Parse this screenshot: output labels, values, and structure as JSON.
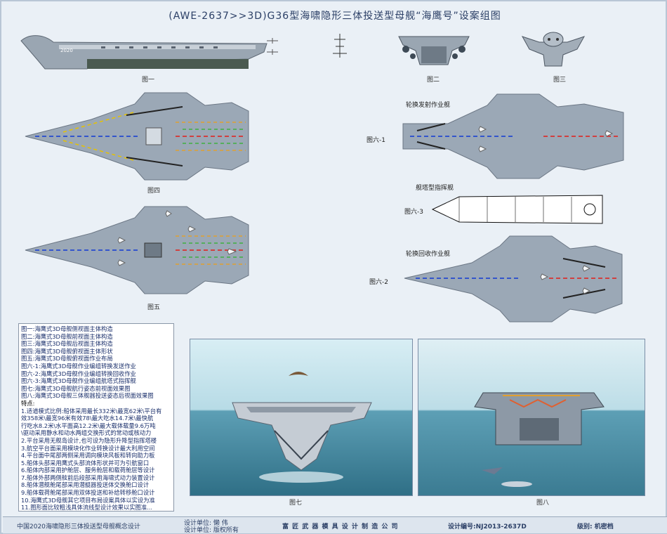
{
  "header": {
    "title": "(AWE-2637>>3D)G36型海啸隐形三体投送型母舰“海鹰号”设案组图"
  },
  "figures": {
    "fig1": "图一",
    "fig2": "图二",
    "fig3": "图三",
    "fig4": "图四",
    "fig5": "图五",
    "fig6_1": "图六-1",
    "fig6_2": "图六-2",
    "fig6_3": "图六-3",
    "fig7": "图七",
    "fig8": "图八"
  },
  "annotations": {
    "hull_number": "2020",
    "launch_ship": "轮换发射作业舰",
    "command_ship": "舰塔型指挥舰",
    "recovery_ship": "轮换回收作业舰"
  },
  "notes": {
    "lines": [
      "图一:海鹰式3D母舰侧视面主体构造",
      "图二:海鹰式3D母舰前视面主体构造",
      "图三:海鹰式3D母舰后视面主体构造",
      "图四:海鹰式3D母舰俯视面主体形状",
      "图五:海鹰式3D母舰俯视面作业布局",
      "图六-1:海鹰式3D母舰作业编组转换发送作业",
      "图六-2:海鹰式3D母舰作业编组转换回收作业",
      "图六-3:海鹰式3D母舰作业编组航塔式指挥舰",
      "图七:海鹰式3D母舰航行姿态前视面效果图",
      "图八:海鹰式3D母舰三体舰器投送姿态后视面效果图"
    ],
    "features_heading": "特点:",
    "features": [
      "1.适道模式比例:船体采用最长332米\\最宽62米\\平台有",
      "效358米\\最宽96米有效78\\最大吃水14.7米\\最快航",
      "行吃水8.2米\\水平面高12.2米\\最大载体载量9.6万吨",
      "\\驱动采用静水和动水两组交换形式的常动或核动力",
      "2.平台采用无舰岛设计,也可设为隐形升降型指挥塔楼",
      "3.航空平台面采用模块化作业转换设计最大利用空间",
      "4.平台面中尾部两侧采用调向模块风板和转向助力板",
      "5.船体头部采用鹰式头部流体形状并可为引航窗口",
      "6.船体内部采用护舱层、服务舱层和载荷舱层等设计",
      "7.船体外部两侧舷前后段部采用海啸式动力装置设计",
      "8.船体潜舰舱尾部采用潜艇器投送体交换舱口设计",
      "9.船体载荷舱尾部采用双体投送和补给转移舱口设计",
      "10.海鹰式3D母舰其它项目布局设案具体以实设为准",
      "11.图形面比较粗浅具体流线型设计效果以实图准..."
    ]
  },
  "footer": {
    "left": "中国2020海啸隐形三体投送型母舰概念设计",
    "designer": "设计单位:    懒 伟",
    "org_unit": "设计单位:    版权所有",
    "company": "富 匠 武 器 模 具 设 计 制 造 公 司",
    "code": "设计编号:NJ2013-2637D",
    "level": "级别:  机密档"
  },
  "colors": {
    "deck": "#9ba8b6",
    "deck_edge": "#6b7684",
    "title": "#2b3f66",
    "sea": "#6fa9be"
  }
}
